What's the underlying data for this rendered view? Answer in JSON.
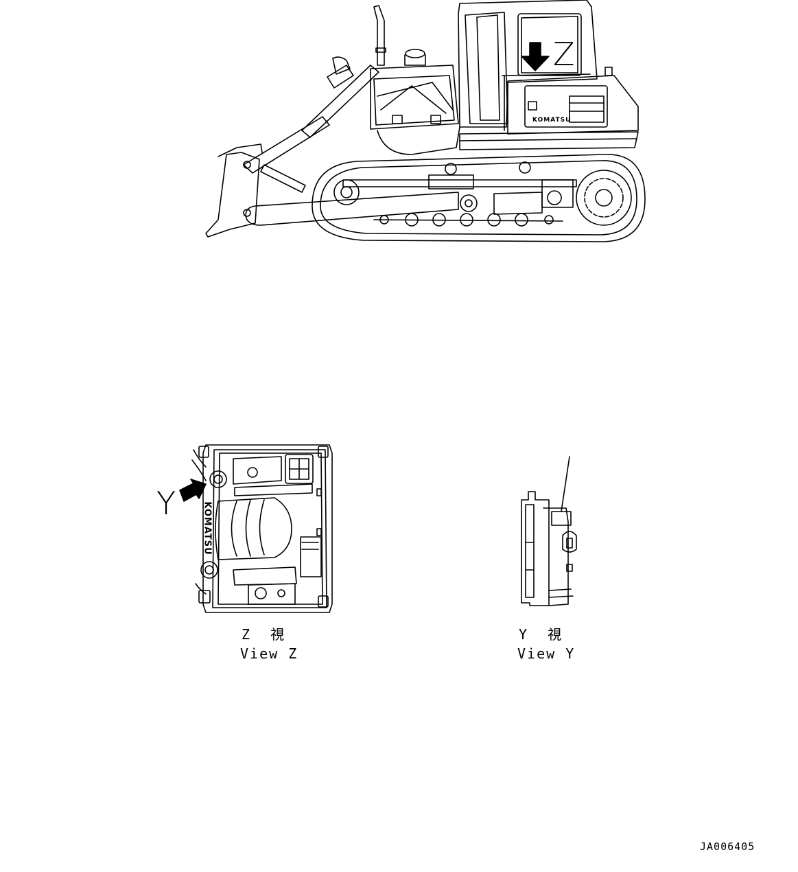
{
  "callouts": {
    "z": "Z",
    "y": "Y"
  },
  "view_z": {
    "jp": "Z  視",
    "en": "View Z"
  },
  "view_y": {
    "jp": "Y  視",
    "en": "View Y"
  },
  "drawing_code": "JA006405",
  "badge_text": "KOMATSU",
  "colors": {
    "line": "#000000",
    "background": "#ffffff"
  }
}
